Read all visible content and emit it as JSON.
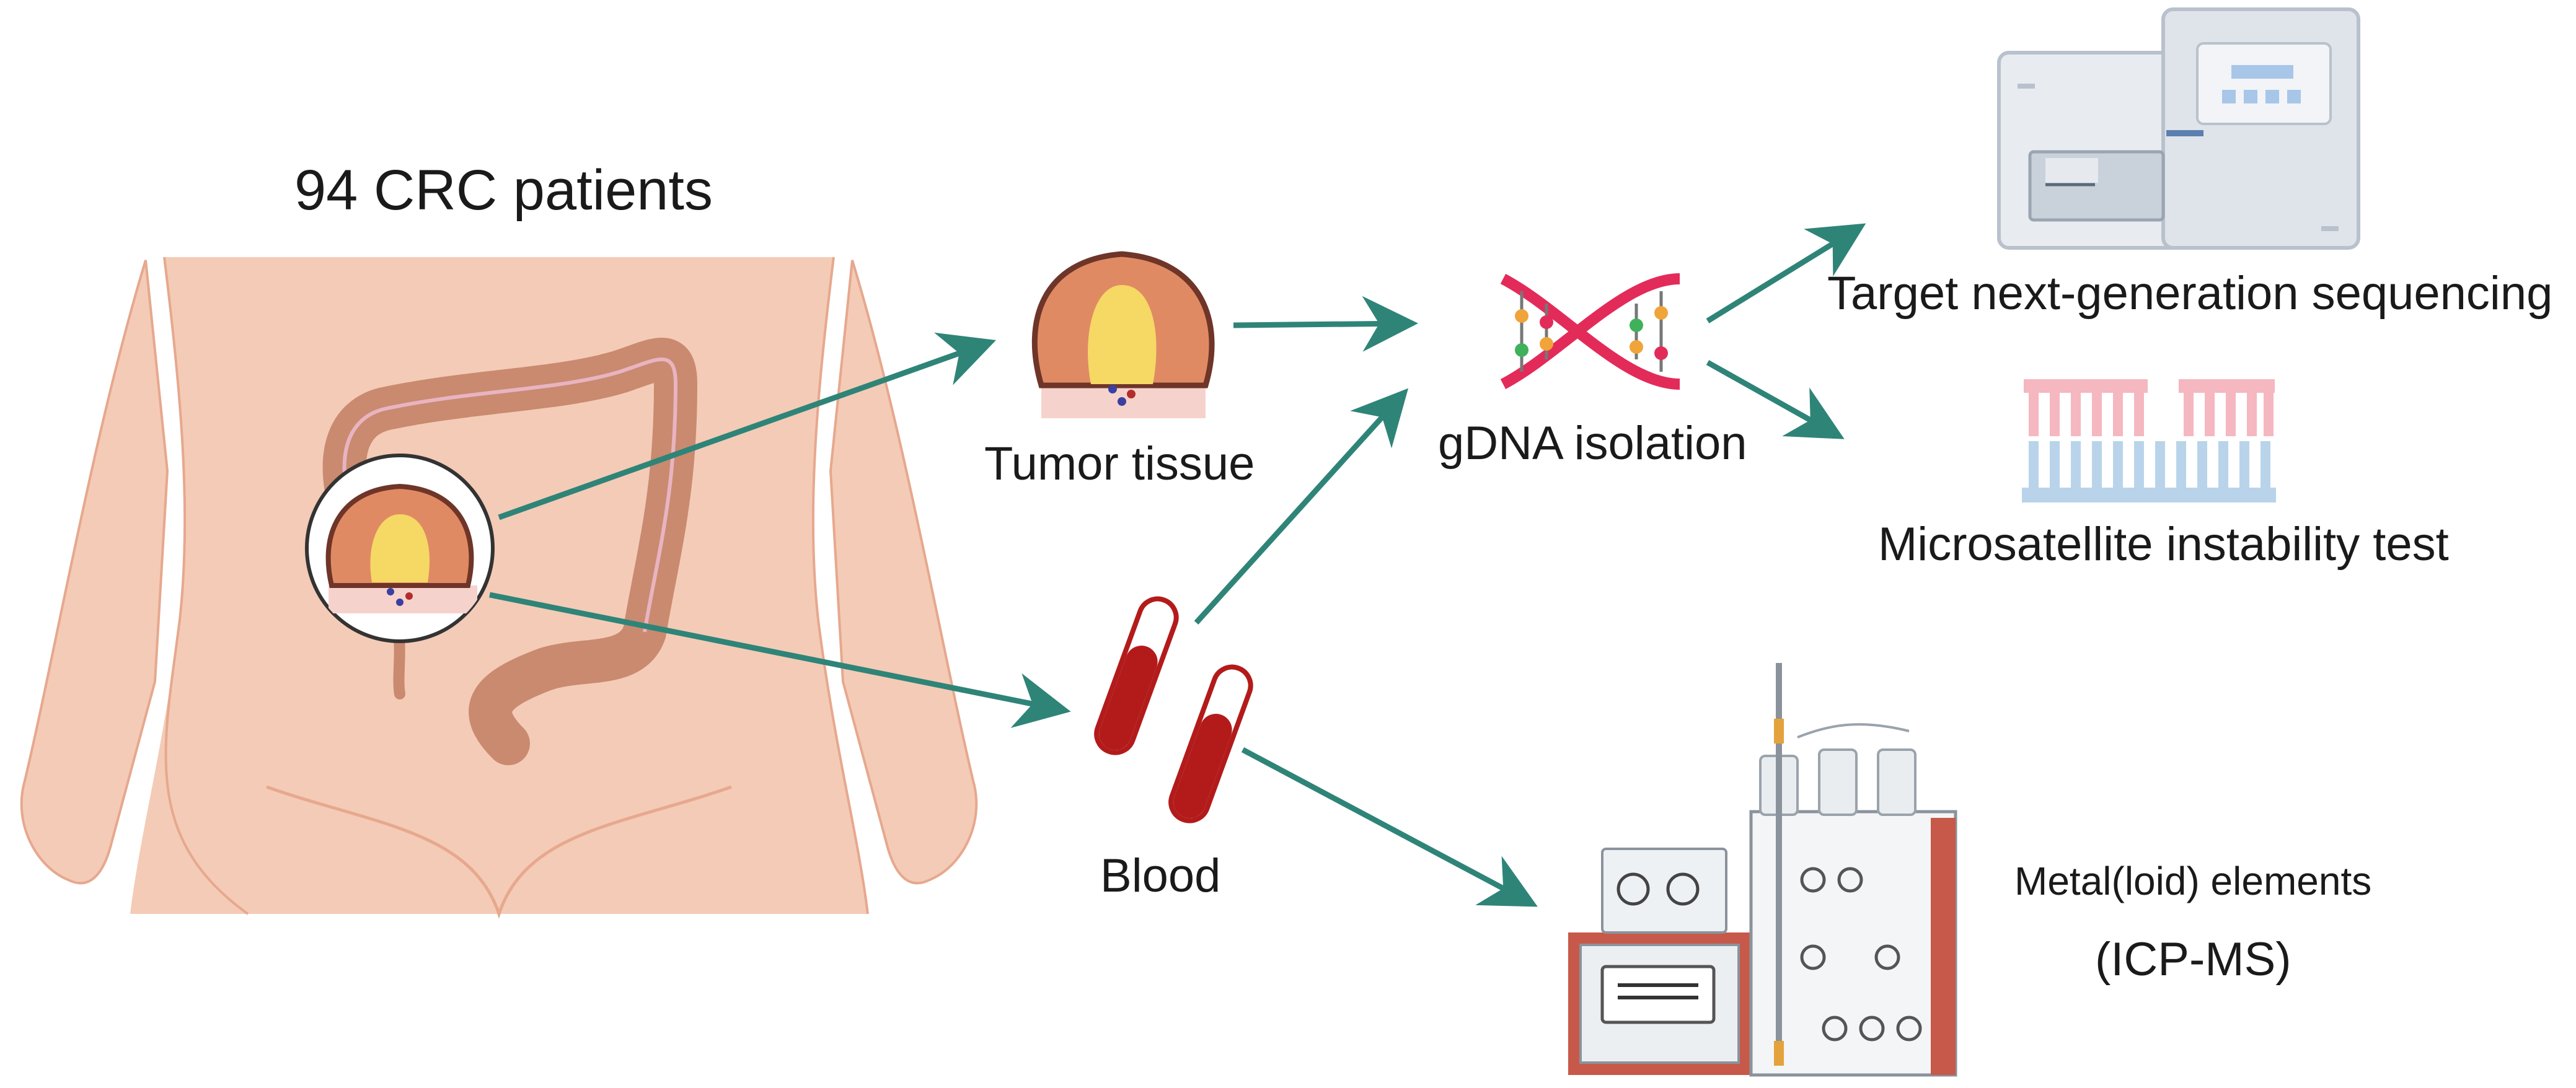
{
  "title": "94 CRC patients",
  "nodes": {
    "tumor_tissue": "Tumor tissue",
    "blood": "Blood",
    "gdna_isolation": "gDNA isolation",
    "tngs": "Target next-generation sequencing",
    "msi": "Microsatellite instability test",
    "metal_elements": "Metal(loid) elements",
    "icp_ms": "(ICP-MS)"
  },
  "colors": {
    "arrow": "#2f8478",
    "skin": "#f4cbb6",
    "colon": "#c98a70",
    "tumor": "#e08a63",
    "tumor_core": "#f6d865",
    "blood": "#b31b1b",
    "msi_top": "#f5b7c0",
    "msi_bottom": "#b9d4ea",
    "instrument": "#c7594a"
  },
  "icons": [
    "body-silhouette-icon",
    "colon-icon",
    "tumor-tissue-icon",
    "blood-tube-icon",
    "dna-helix-icon",
    "sequencer-icon",
    "msi-comb-icon",
    "icp-ms-instrument-icon"
  ]
}
